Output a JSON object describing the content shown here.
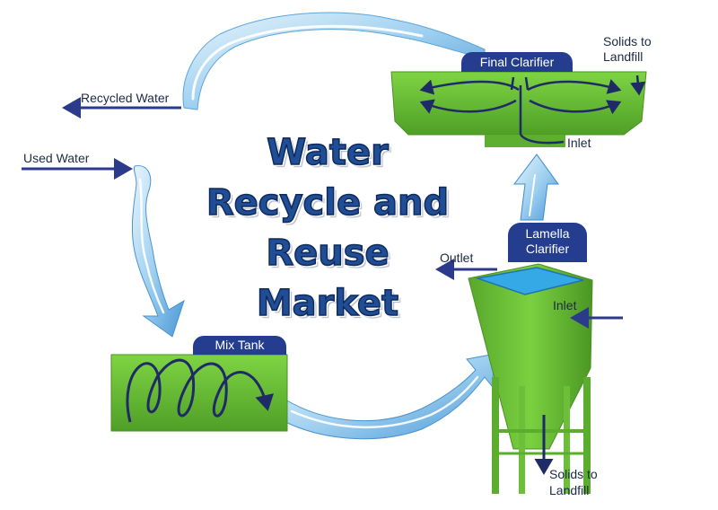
{
  "title": {
    "lines": [
      "Water",
      "Recycle and",
      "Reuse",
      "Market"
    ]
  },
  "labels": {
    "recycled_water": "Recycled Water",
    "used_water": "Used Water",
    "final_clarifier": "Final Clarifier",
    "solids_to_landfill_top_line1": "Solids to",
    "solids_to_landfill_top_line2": "Landfill",
    "inlet_top": "Inlet",
    "lamella_line1": "Lamella",
    "lamella_line2": "Clarifier",
    "outlet": "Outlet",
    "inlet_right": "Inlet",
    "mix_tank": "Mix Tank",
    "solids_to_landfill_bottom_line1": "Solids to",
    "solids_to_landfill_bottom_line2": "Landfill"
  },
  "colors": {
    "tank_green": "#6cc238",
    "tank_dark_green": "#4e9a25",
    "pill_navy": "#243d8f",
    "arrow_navy": "#2c3a8c",
    "water_light": "#cfe8f7",
    "water_mid": "#8ec6ec",
    "water_dark": "#3c8cd0",
    "title_blue": "#1f4e96"
  }
}
